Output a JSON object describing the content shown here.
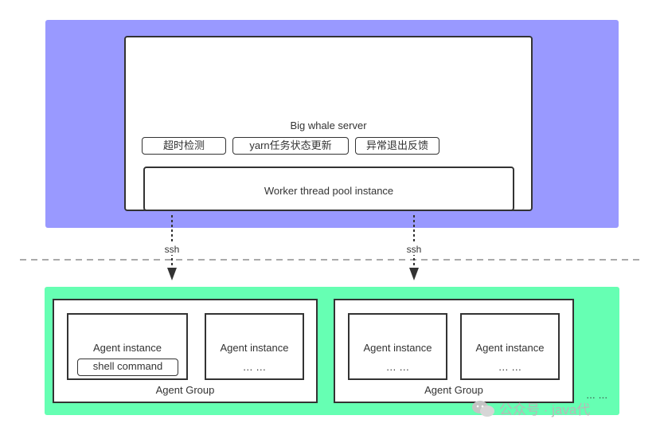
{
  "colors": {
    "top_panel": "#9999ff",
    "bottom_panel": "#66ffb3",
    "line": "#333333"
  },
  "server": {
    "title": "Big whale server",
    "tasks": [
      "超时检测",
      "yarn任务状态更新",
      "异常退出反馈"
    ],
    "pool_label": "Worker thread pool instance"
  },
  "connections": {
    "label": "ssh"
  },
  "groups": [
    {
      "label": "Agent Group",
      "agents": [
        {
          "title": "Agent instance",
          "command": "shell command"
        },
        {
          "title": "Agent instance",
          "ellipsis": "… …"
        }
      ]
    },
    {
      "label": "Agent Group",
      "agents": [
        {
          "title": "Agent instance",
          "ellipsis": "… …"
        },
        {
          "title": "Agent instance",
          "ellipsis": "… …"
        }
      ]
    }
  ],
  "more_groups": "… …",
  "watermark": {
    "icon": "wechat-icon",
    "text": "公众号 · java代"
  }
}
